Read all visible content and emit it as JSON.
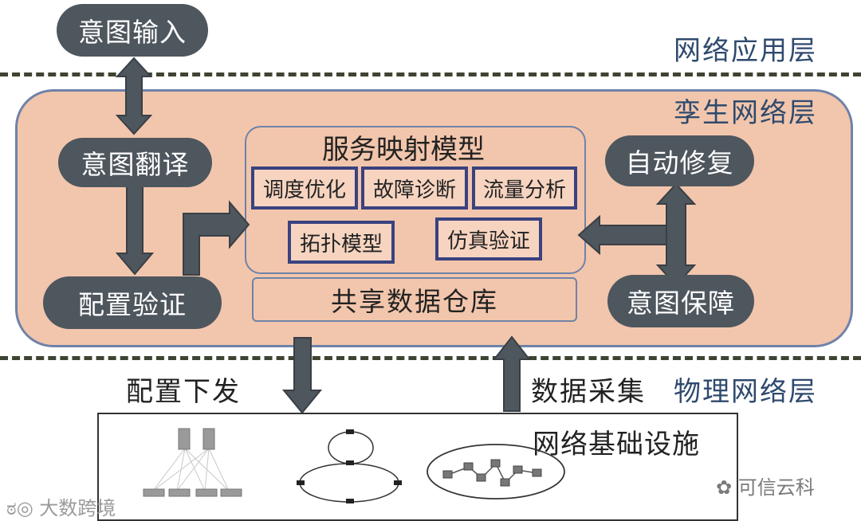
{
  "layers": {
    "application": "网络应用层",
    "twin": "孪生网络层",
    "physical": "物理网络层"
  },
  "nodes": {
    "intent_input": "意图输入",
    "intent_translate": "意图翻译",
    "config_verify": "配置验证",
    "auto_repair": "自动修复",
    "intent_assure": "意图保障"
  },
  "service_model": {
    "title": "服务映射模型",
    "modules": [
      "调度优化",
      "故障诊断",
      "流量分析",
      "拓扑模型",
      "仿真验证"
    ]
  },
  "shared_repo": "共享数据仓库",
  "flows": {
    "config_push": "配置下发",
    "data_collect": "数据采集"
  },
  "infrastructure": {
    "title": "网络基础设施"
  },
  "watermarks": {
    "left": "大数跨境",
    "right": "可信云科"
  },
  "colors": {
    "twin_fill": "#f2c6ac",
    "pill_fill": "#4e565e",
    "arrow_fill": "#4e565e",
    "module_border": "#3a4280",
    "label_text": "#2f4a6e"
  }
}
